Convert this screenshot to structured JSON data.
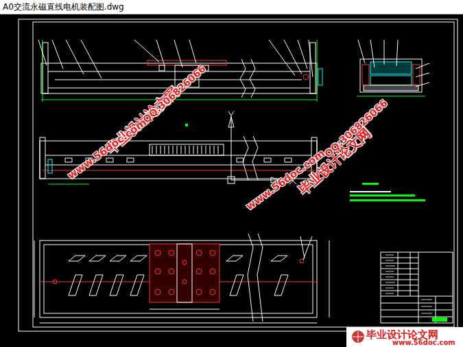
{
  "diagram": {
    "title": "A0交流永磁直线电机装配图.dwg",
    "labels": [
      "毕业设计论文网",
      "QQ:306826066",
      "www.56doc.com",
      "QQ:306826066",
      "www.56doc.com",
      "毕业设计论文网",
      "毕业设计论文网",
      "www.56doc.com"
    ]
  }
}
